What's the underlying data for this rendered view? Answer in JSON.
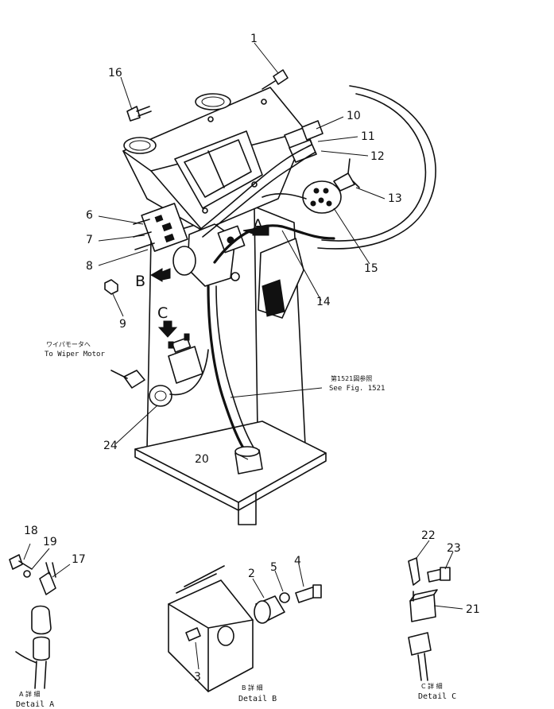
{
  "callouts": {
    "c1": "1",
    "c2": "2",
    "c3": "3",
    "c4": "4",
    "c5": "5",
    "c6": "6",
    "c7": "7",
    "c8": "8",
    "c9": "9",
    "c10": "10",
    "c11": "11",
    "c12": "12",
    "c13": "13",
    "c14": "14",
    "c15": "15",
    "c16": "16",
    "c17": "17",
    "c18": "18",
    "c19": "19",
    "c20": "20",
    "c21": "21",
    "c22": "22",
    "c23": "23",
    "c24": "24"
  },
  "view_letters": {
    "a": "A",
    "b": "B",
    "c": "C"
  },
  "notes": {
    "wiper_jp": "ワイパモータへ",
    "wiper_en": "To Wiper Motor",
    "see_fig_jp": "第1521図参照",
    "see_fig_en": "See Fig. 1521"
  },
  "details": {
    "a_jp": "A 詳 細",
    "a_en": "Detail A",
    "b_jp": "B 詳 細",
    "b_en": "Detail B",
    "c_jp": "C 詳 細",
    "c_en": "Detail C"
  }
}
